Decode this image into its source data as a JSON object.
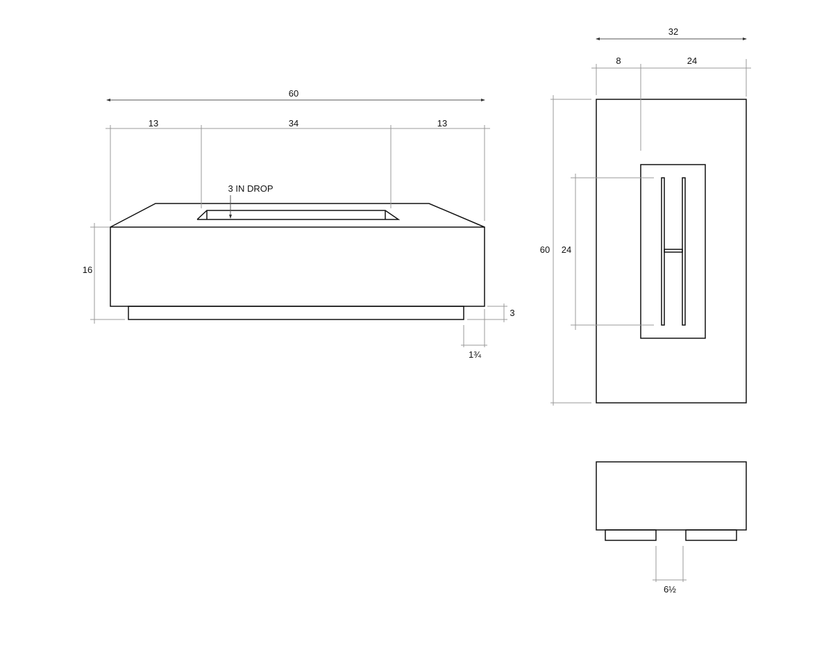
{
  "front_view": {
    "overall_width": "60",
    "left_segment": "13",
    "middle_segment": "34",
    "right_segment": "13",
    "drop_note": "3 IN DROP",
    "height": "16",
    "base_height": "3",
    "base_inset": "1¾"
  },
  "top_view": {
    "overall_width": "32",
    "offset": "8",
    "remainder": "24",
    "overall_length": "60",
    "burner_length": "24"
  },
  "side_view": {
    "feet_gap": "6½"
  }
}
